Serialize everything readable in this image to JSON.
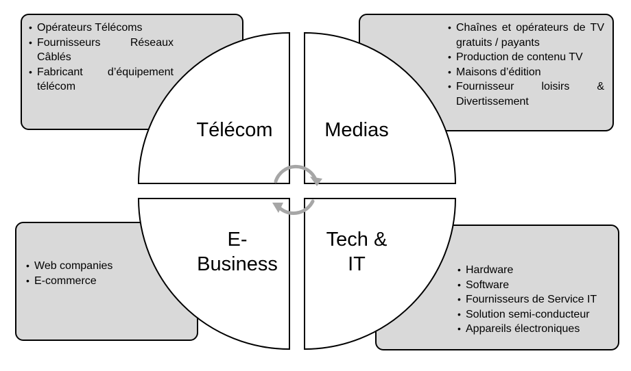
{
  "quadrants": {
    "telecom": {
      "title": "Télécom",
      "items": [
        "Opérateurs Télécoms",
        "Fournisseurs Réseaux Câblés",
        "Fabricant d’équipement télécom"
      ]
    },
    "medias": {
      "title": "Medias",
      "items": [
        "Chaînes et opérateurs de TV gratuits / payants",
        "Production de contenu TV",
        "Maisons d’édition",
        "Fournisseur loisirs & Divertissement"
      ]
    },
    "ebusiness": {
      "title_line1": "E-",
      "title_line2": "Business",
      "items": [
        "Web companies",
        "E-commerce"
      ]
    },
    "tech": {
      "title_line1": "Tech &",
      "title_line2": "IT",
      "items": [
        "Hardware",
        "Software",
        "Fournisseurs de Service IT",
        "Solution semi-conducteur",
        "Appareils électroniques"
      ]
    }
  },
  "colors": {
    "box_fill": "#d9d9d9",
    "quadrant_fill": "#ffffff",
    "outline": "#000000",
    "cycle_arrows": "#a6a6a6"
  },
  "icons": {
    "center": "cycle-arrows-icon"
  }
}
